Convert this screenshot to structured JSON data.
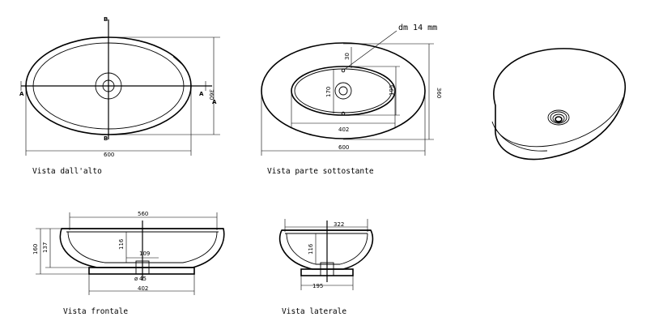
{
  "views": {
    "top": {
      "label": "Vista dall'alto",
      "width": "600",
      "depth": "360",
      "section_a": "A",
      "section_b": "B"
    },
    "bottom": {
      "label": "Vista parte sottostante",
      "drain_note": "dm 14 mm",
      "width": "600",
      "depth": "360",
      "inner_width": "402",
      "inner_depth": "195",
      "inner_depth2": "170",
      "offset": "30"
    },
    "front": {
      "label": "Vista frontale",
      "top_width": "560",
      "base_width": "402",
      "bowl_depth": "116",
      "drain_width": "109",
      "drain_hole": "45",
      "drain_symbol": "ø",
      "height_total": "160",
      "height_inner": "137"
    },
    "side": {
      "label": "Vista laterale",
      "top_width": "322",
      "base_width": "195",
      "bowl_depth": "116"
    }
  }
}
